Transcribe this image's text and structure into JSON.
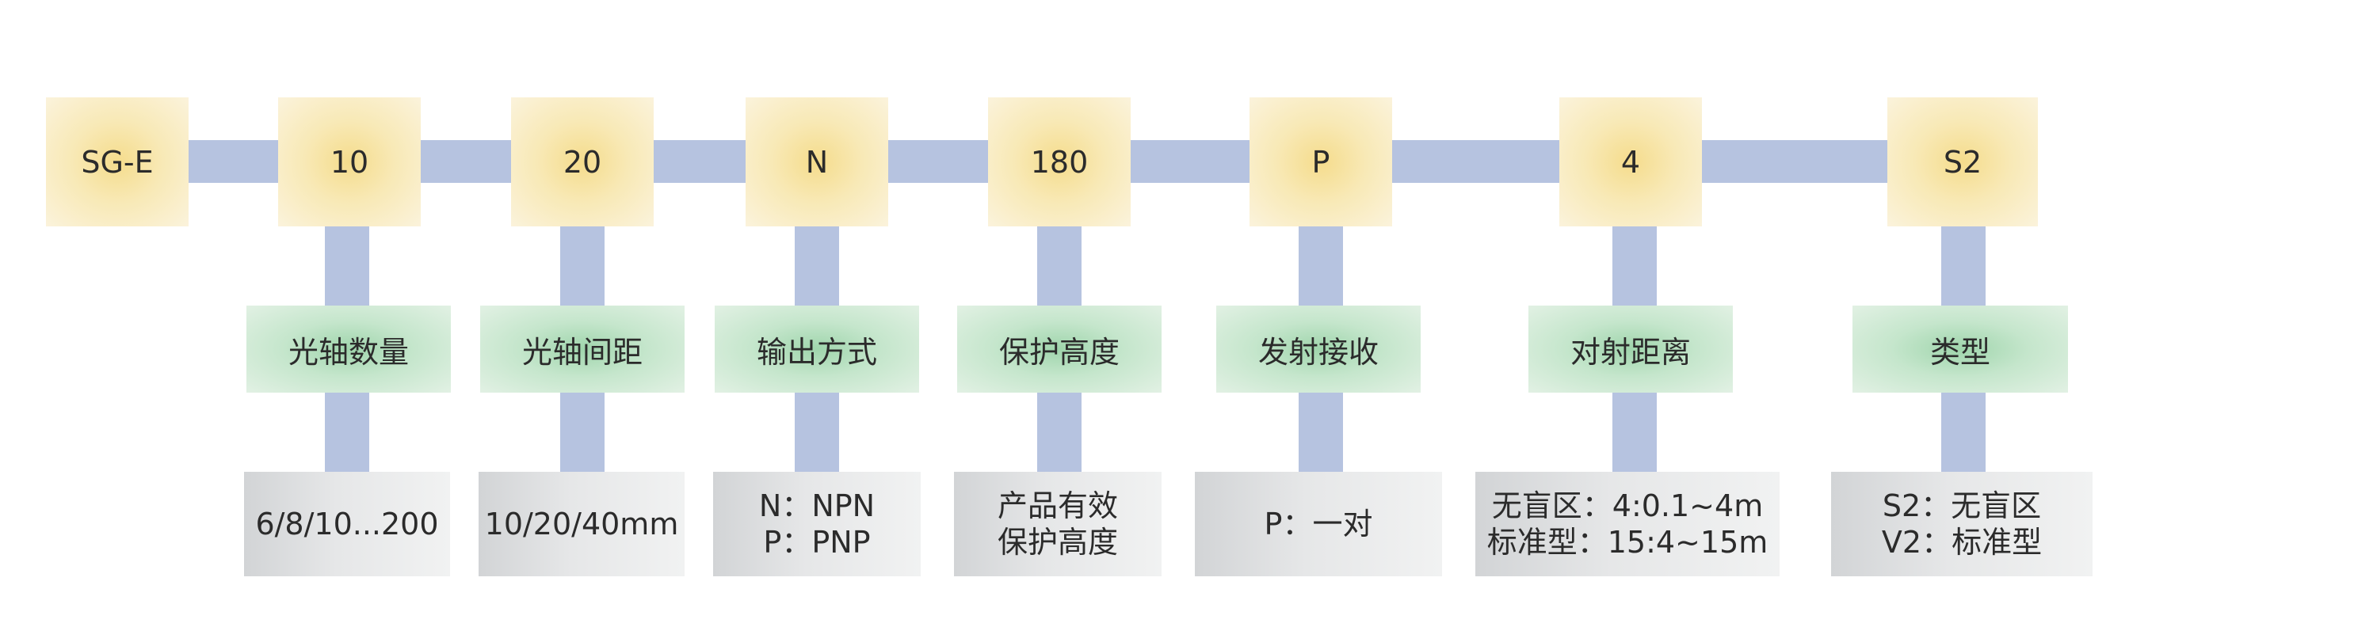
{
  "codes": [
    "SG-E",
    "10",
    "20",
    "N",
    "180",
    "P",
    "4",
    "S2"
  ],
  "labels": [
    "光轴数量",
    "光轴间距",
    "输出方式",
    "保护高度",
    "发射接收",
    "对射距离",
    "类型"
  ],
  "descriptions": [
    [
      "6/8/10...200"
    ],
    [
      "10/20/40mm"
    ],
    [
      "N：NPN",
      "P：PNP"
    ],
    [
      "产品有效",
      "保护高度"
    ],
    [
      "P：一对"
    ],
    [
      "无盲区：4:0.1~4m",
      "标准型：15:4~15m"
    ],
    [
      "S2：无盲区",
      "V2：标准型"
    ]
  ],
  "colors": {
    "connector": "#b6c3e0",
    "code_box": "#f5dc8c",
    "label_box": "#9fd5ac",
    "desc_box": "#e6e7e8"
  }
}
